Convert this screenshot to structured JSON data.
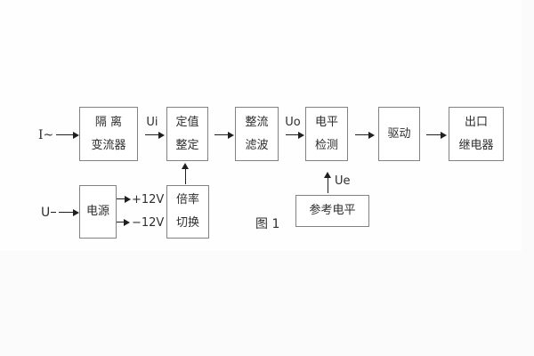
{
  "figure": {
    "caption": "图 1"
  },
  "blocks": {
    "isolation": {
      "line1": "隔 离",
      "line2": "变流器"
    },
    "setpoint": {
      "line1": "定值",
      "line2": "整定"
    },
    "rectifier": {
      "line1": "整流",
      "line2": "滤波"
    },
    "level": {
      "line1": "电平",
      "line2": "检测"
    },
    "drive": {
      "label": "驱动"
    },
    "output": {
      "line1": "出口",
      "line2": "继电器"
    },
    "power": {
      "label": "电源"
    },
    "ratio": {
      "line1": "倍率",
      "line2": "切换"
    },
    "reference": {
      "label": "参考电平"
    }
  },
  "labels": {
    "input_current": "I~",
    "input_voltage": "U",
    "signal_ui": "Ui",
    "signal_uo": "Uo",
    "signal_ue": "Ue",
    "rail_positive": "+12V",
    "rail_negative": "−12V"
  },
  "colors": {
    "box_border": "#828282",
    "arrow": "#1f1f1f",
    "text": "#2e2e2e",
    "background": "#ffffff"
  }
}
